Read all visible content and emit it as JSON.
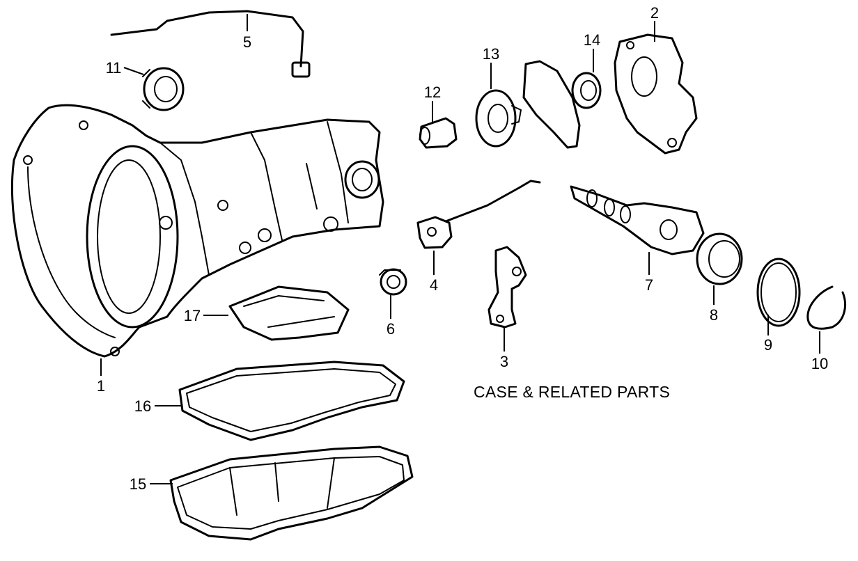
{
  "diagram": {
    "caption": "CASE & RELATED PARTS",
    "callouts": [
      "1",
      "2",
      "3",
      "4",
      "5",
      "6",
      "7",
      "8",
      "9",
      "10",
      "11",
      "12",
      "13",
      "14",
      "15",
      "16",
      "17"
    ]
  },
  "colors": {
    "line": "#000000",
    "background": "#ffffff"
  }
}
